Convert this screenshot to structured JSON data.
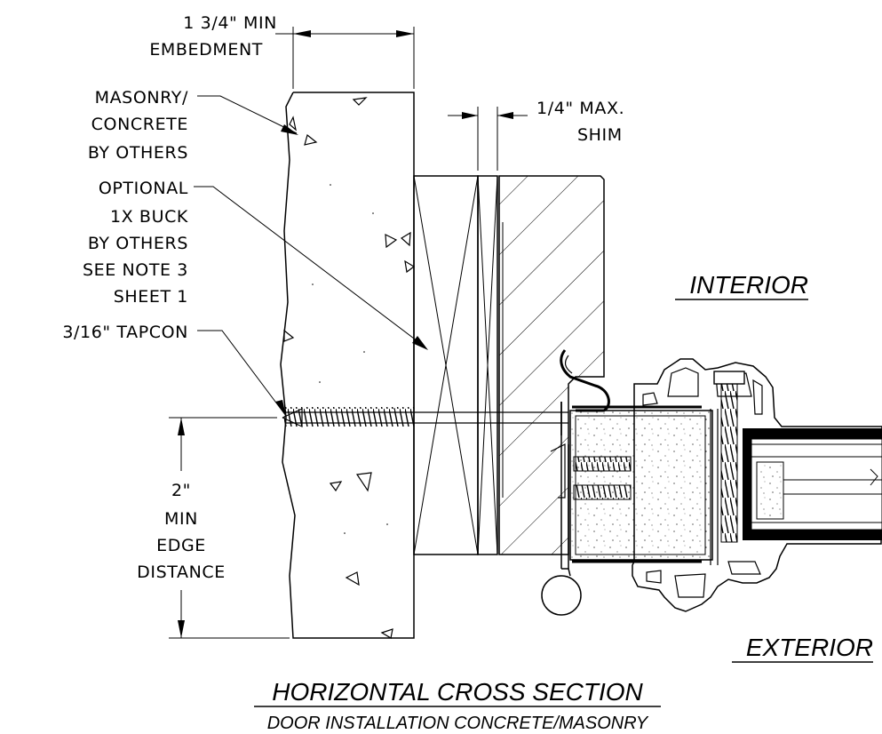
{
  "labels": {
    "embedment": [
      "1 3/4\" MIN",
      "EMBEDMENT"
    ],
    "masonry": [
      "MASONRY/",
      "CONCRETE",
      "BY OTHERS"
    ],
    "buck": [
      "OPTIONAL",
      "1X BUCK",
      "BY OTHERS",
      "SEE NOTE 3",
      "SHEET 1"
    ],
    "tapcon": "3/16\" TAPCON",
    "shim": [
      "1/4\" MAX.",
      "SHIM"
    ],
    "edge": [
      "2\"",
      "MIN",
      "EDGE",
      "DISTANCE"
    ],
    "interior": "INTERIOR",
    "exterior": "EXTERIOR",
    "title": "HORIZONTAL CROSS SECTION",
    "subtitle": "DOOR INSTALLATION CONCRETE/MASONRY"
  },
  "colors": {
    "ink": "#000000",
    "background": "#ffffff"
  }
}
